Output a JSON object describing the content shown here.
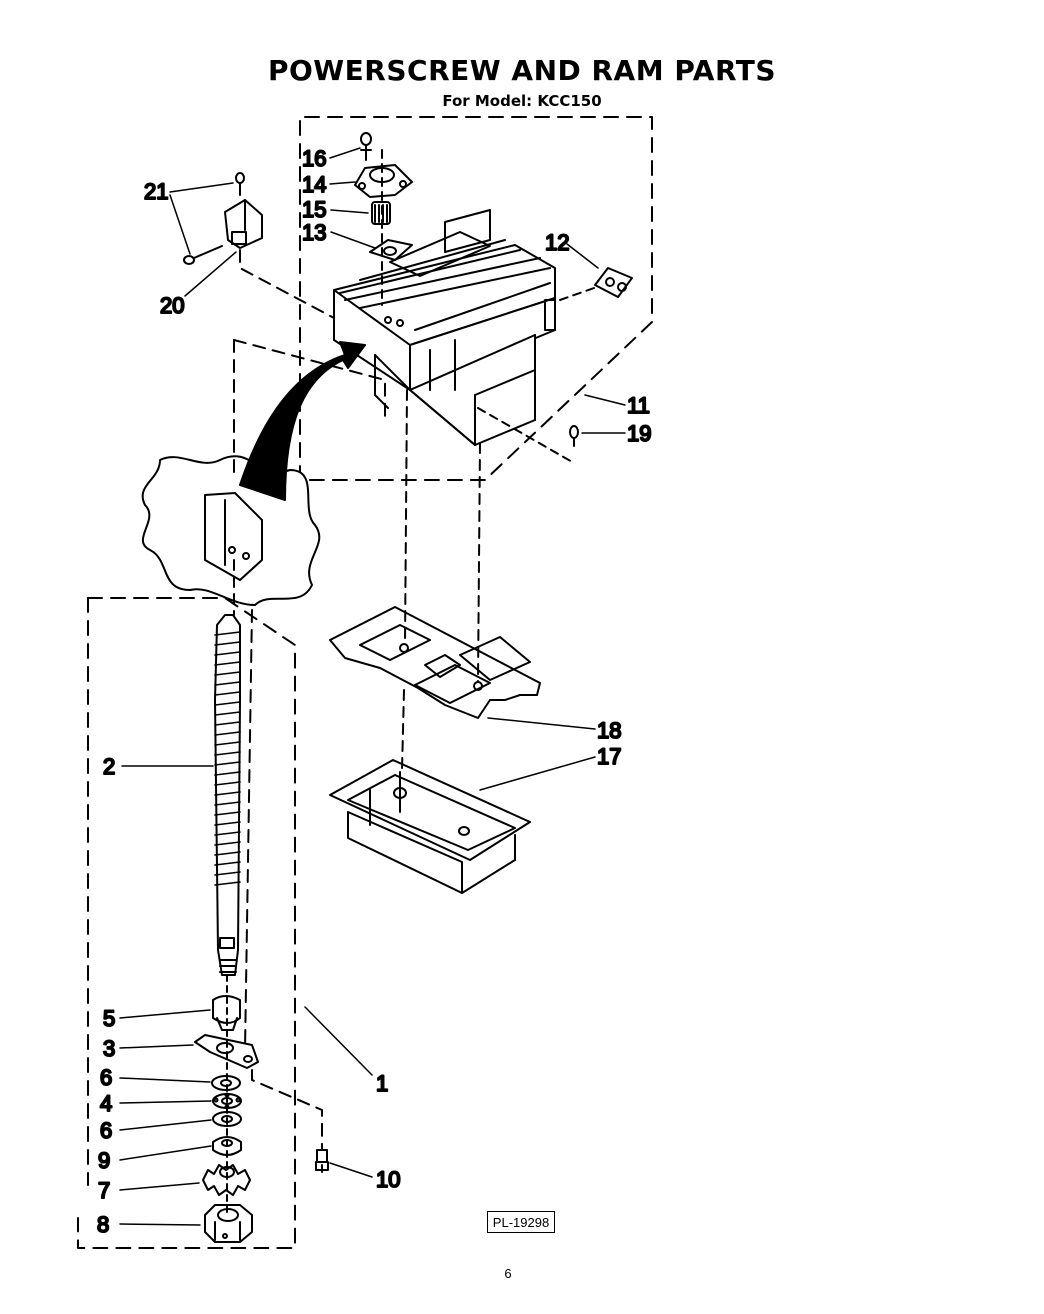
{
  "header": {
    "title": "POWERSCREW AND RAM PARTS",
    "subtitle": "For Model: KCC150"
  },
  "callouts": {
    "p1": "1",
    "p2": "2",
    "p3": "3",
    "p4": "4",
    "p5": "5",
    "p6a": "6",
    "p6b": "6",
    "p7": "7",
    "p8": "8",
    "p9": "9",
    "p10": "10",
    "p11": "11",
    "p12": "12",
    "p13": "13",
    "p14": "14",
    "p15": "15",
    "p16": "16",
    "p17": "17",
    "p18": "18",
    "p19": "19",
    "p20": "20",
    "p21": "21"
  },
  "footer": {
    "plcode": "PL-19298",
    "page_number": "6"
  }
}
